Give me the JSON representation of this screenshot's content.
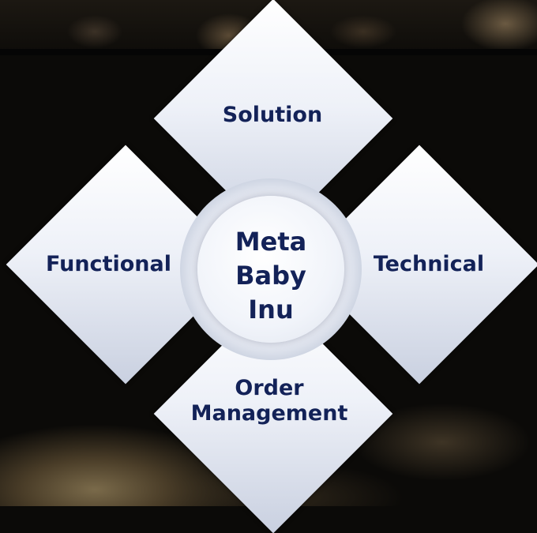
{
  "diagram": {
    "center": {
      "line1": "Meta",
      "line2": "Baby",
      "line3": "Inu"
    },
    "top": {
      "label": "Solution"
    },
    "left": {
      "label": "Functional"
    },
    "right": {
      "label": "Technical"
    },
    "bottom": {
      "line1": "Order",
      "line2": "Management"
    }
  },
  "colors": {
    "text": "#132258",
    "tile": "#eef1f8",
    "background": "#0b0a08"
  }
}
